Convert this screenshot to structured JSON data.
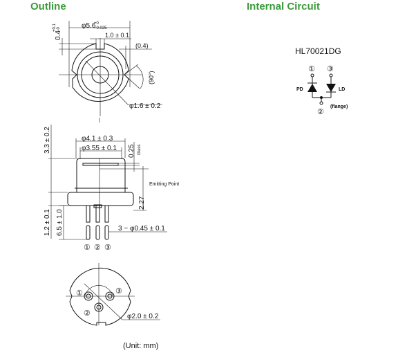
{
  "headings": {
    "outline": "Outline",
    "internal_circuit": "Internal Circuit"
  },
  "top_view": {
    "outer_diameter": "φ5.6",
    "outer_tol_upper": "+0",
    "outer_tol_lower": "−0.025",
    "notch_depth": "0.4",
    "notch_depth_tol_upper": "+0.1",
    "notch_depth_tol_lower": "−0",
    "notch_width": "1.0 ± 0.1",
    "side_notch": "(0.4)",
    "notch_angle": "(90°)",
    "window_diameter": "φ1.6 ± 0.2"
  },
  "side_view": {
    "height": "3.3 ± 0.2",
    "cap_outer": "φ4.1 ± 0.3",
    "cap_inner": "φ3.55 ± 0.1",
    "glass_thickness": "0.25",
    "glass_label": "Glass",
    "emitting_point": "Emitting Point",
    "emitting_height": "2.27",
    "flange_thickness": "1.2 ± 0.1",
    "lead_length": "6.5 ± 1.0",
    "lead_diameter": "3 − φ0.45 ± 0.1",
    "pins": [
      "①",
      "②",
      "③"
    ]
  },
  "bottom_view": {
    "pin_circle": "φ2.0 ± 0.2",
    "pin1": "①",
    "pin2": "②",
    "pin3": "③"
  },
  "unit_note": "(Unit: mm)",
  "circuit": {
    "part_number": "HL70021DG",
    "pin1": "①",
    "pin2": "②",
    "pin3": "③",
    "pd_label": "PD",
    "ld_label": "LD",
    "flange_label": "(flange)"
  },
  "colors": {
    "heading": "#3c9a3c"
  }
}
